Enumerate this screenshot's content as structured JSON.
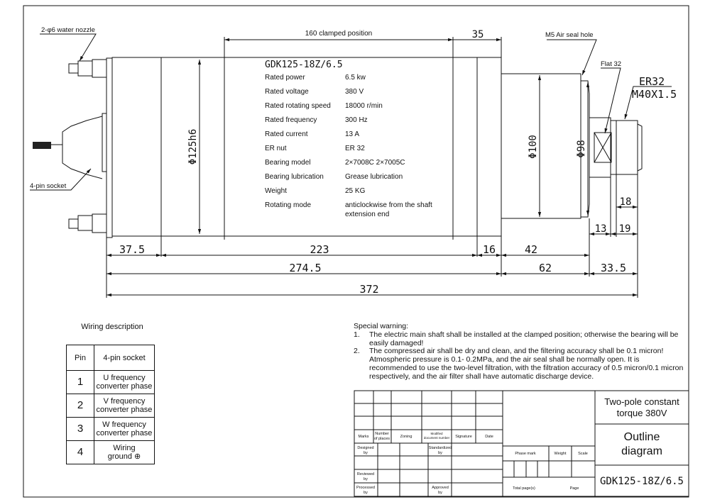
{
  "labels": {
    "water_nozzle": "2-φ6 water nozzle",
    "socket": "4-pin socket",
    "clamped": "160 clamped position",
    "dim_35": "35",
    "air_seal": "M5 Air seal hole",
    "flat": "Flat 32",
    "er32": "ER32",
    "thread": "M40X1.5",
    "dia_125": "Φ125h6",
    "dia_100": "Φ100",
    "dia_98": "Φ98"
  },
  "dimensions": {
    "d37_5": "37.5",
    "d223": "223",
    "d16": "16",
    "d42": "42",
    "d274_5": "274.5",
    "d62": "62",
    "d33_5": "33.5",
    "d372": "372",
    "d18": "18",
    "d13": "13",
    "d19": "19"
  },
  "model": "GDK125-18Z/6.5",
  "specs": [
    {
      "k": "Rated power",
      "v": "6.5 kw"
    },
    {
      "k": "Rated voltage",
      "v": "380 V"
    },
    {
      "k": "Rated rotating speed",
      "v": "18000 r/min"
    },
    {
      "k": "Rated frequency",
      "v": "300 Hz"
    },
    {
      "k": "Rated current",
      "v": "13 A"
    },
    {
      "k": "ER nut",
      "v": "ER 32"
    },
    {
      "k": "Bearing model",
      "v": "2×7008C 2×7005C"
    },
    {
      "k": "Bearing lubrication",
      "v": "Grease lubrication"
    },
    {
      "k": "Weight",
      "v": "25 KG"
    },
    {
      "k": "Rotating mode",
      "v": "anticlockwise from the shaft",
      "v2": "extension end"
    }
  ],
  "wiring": {
    "title": "Wiring description",
    "h_pin": "Pin",
    "h_socket": "4-pin socket",
    "rows": [
      {
        "pin": "1",
        "a": "U frequency",
        "b": "converter phase"
      },
      {
        "pin": "2",
        "a": "V frequency",
        "b": "converter phase"
      },
      {
        "pin": "3",
        "a": "W frequency",
        "b": "converter phase"
      },
      {
        "pin": "4",
        "a": "Wiring",
        "b": "ground ⊕"
      }
    ]
  },
  "warning": {
    "title": "Special warning:",
    "i1n": "1.",
    "i1": "The electric main shaft shall be installed at the clamped position; otherwise the bearing will be easily damaged!",
    "i2n": "2.",
    "i2": "The compressed air shall be dry and clean, and the filtering accuracy shall be 0.1 micron! Atmospheric pressure is 0.1- 0.2MPa, and the air seal shall be normally open. It is recommended to use the two-level filtration, with the filtration accuracy of 0.5 micron/0.1 micron respectively, and the air filter shall have automatic discharge device."
  },
  "titleblock": {
    "marks": "Marks",
    "number_l1": "Number",
    "number_l2": "of places",
    "zoning": "Zoning",
    "modified_l1": "Modified",
    "modified_l2": "document number",
    "signature": "Signature",
    "date": "Date",
    "designed_l1": "Designed",
    "designed_l2": "by",
    "standardized_l1": "Standardized",
    "standardized_l2": "by",
    "reviewed_l1": "Reviewed",
    "reviewed_l2": "by",
    "processed_l1": "Processed",
    "processed_l2": "by",
    "approved_l1": "Approved",
    "approved_l2": "by",
    "phase_mark": "Phase mark",
    "weight": "Weight",
    "scale": "Scale",
    "total_pages": "Total page(s)",
    "page": "Page",
    "product_l1": "Two-pole constant",
    "product_l2": "torque  380V",
    "diagram_l1": "Outline",
    "diagram_l2": "diagram",
    "code": "GDK125-18Z/6.5"
  }
}
